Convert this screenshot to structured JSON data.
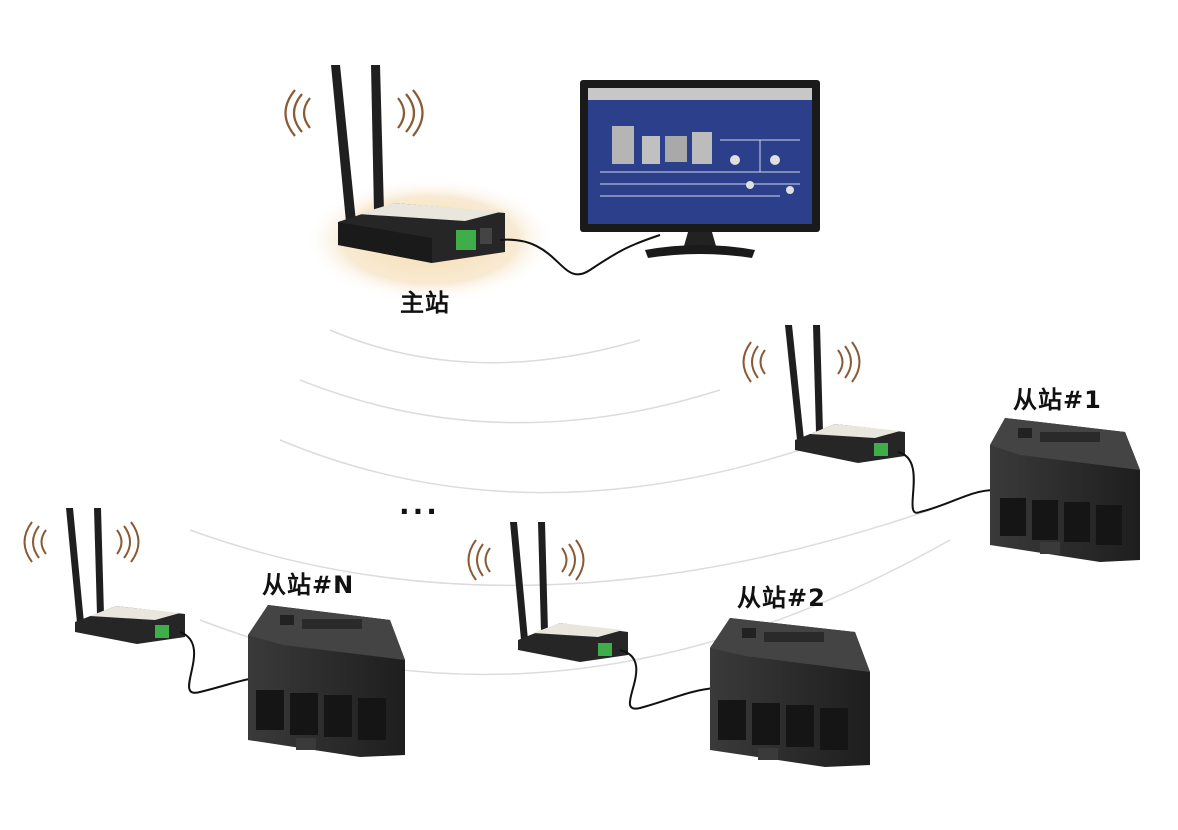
{
  "labels": {
    "master": "主站",
    "slave_1": "从站#1",
    "slave_2": "从站#2",
    "slave_n": "从站#N",
    "ellipsis": "..."
  },
  "colors": {
    "device_body": "#2b2b2b",
    "terminal_green": "#3fae4a",
    "monitor_screen": "#2b3f8a",
    "signal_wave": "#8a5a34",
    "glow": "#f1cf9a",
    "cable": "#111111",
    "radio_arc": "#d9d9d9"
  },
  "icons": [
    "wifi-signal-icon",
    "router-icon",
    "monitor-icon",
    "plc-icon"
  ]
}
